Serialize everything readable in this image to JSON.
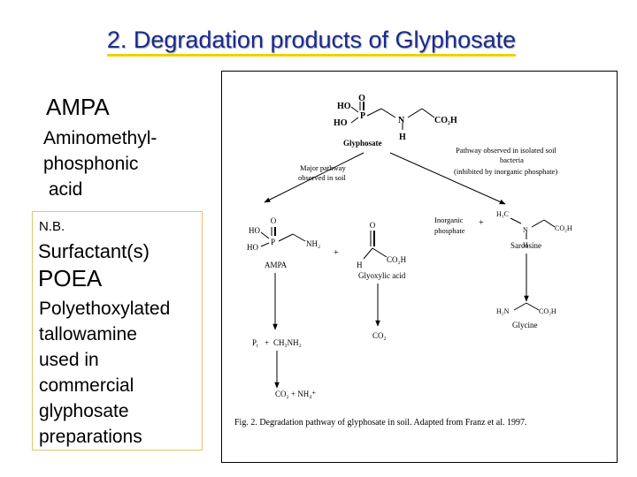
{
  "slide": {
    "title": "2. Degradation products of Glyphosate",
    "ampa": {
      "abbr": "AMPA",
      "full_lines": [
        "Aminomethyl-",
        "phosphonic",
        " acid"
      ]
    },
    "note": {
      "nb": "N.B.",
      "surfactant": "Surfactant(s)",
      "poea": "POEA",
      "desc_lines": [
        "Polyethoxylated",
        "tallowamine",
        "used in",
        "commercial",
        "glyphosate",
        "preparations"
      ]
    }
  },
  "figure": {
    "glyphosate": {
      "ho1": "HO",
      "o": "O",
      "p": "P",
      "ho2": "HO",
      "n": "N",
      "h": "H",
      "co2h": "CO₂H",
      "name": "Glyphosate"
    },
    "major_pathway": [
      "Major pathway",
      "observed in soil"
    ],
    "bacteria_pathway": [
      "Pathway observed in isolated soil",
      "bacteria",
      "(inhibited by inorganic phosphate)"
    ],
    "ampa": {
      "ho1": "HO",
      "o": "O",
      "p": "P",
      "ho2": "HO",
      "nh2": "NH₂",
      "name": "AMPA"
    },
    "plus1": "+",
    "glyoxylic": {
      "o": "O",
      "h": "H",
      "co2h": "CO₂H",
      "name": "Glyoxylic acid"
    },
    "inorganic_phosphate": [
      "Inorganic",
      "phosphate"
    ],
    "plus2": "+",
    "sarcosine": {
      "h3c": "H₃C",
      "n": "N",
      "h": "H",
      "co2h": "CO₂H",
      "name": "Sarcosine"
    },
    "glycine": {
      "h2n": "H₂N",
      "co2h": "CO₂H",
      "name": "Glycine"
    },
    "pi_line": {
      "pi": "P",
      "pi_sub": "i",
      "plus": "+",
      "methylamine": "CH₃NH₂"
    },
    "co2_glyoxylic": "CO₂",
    "final_products": "CO₂ + NH₄⁺",
    "caption": "Fig. 2. Degradation pathway of glyphosate in soil. Adapted from Franz et al. 1997."
  }
}
